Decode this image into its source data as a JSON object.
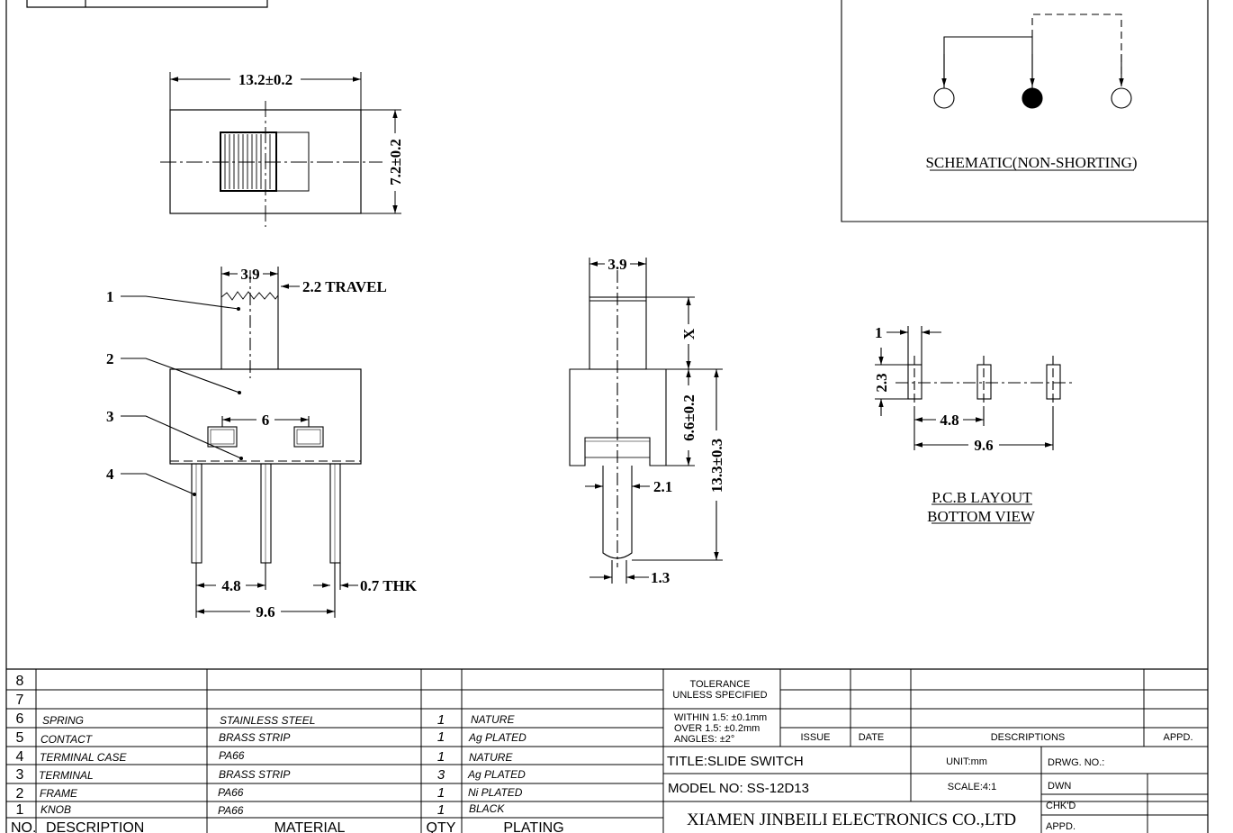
{
  "top_view": {
    "width_dim": "13.2±0.2",
    "height_dim": "7.2±0.2"
  },
  "front_view": {
    "knob_width_dim": "3.9",
    "travel_dim": "2.2 TRAVEL",
    "pin_gap_dim": "6",
    "pitch_dim": "4.8",
    "span_dim": "9.6",
    "thickness_dim": "0.7 THK",
    "callouts": [
      "1",
      "2",
      "3",
      "4"
    ]
  },
  "side_view": {
    "knob_width_dim": "3.9",
    "knob_height_dim": "X",
    "body_height_dim": "6.6±0.2",
    "total_height_dim": "13.3±0.3",
    "pin_width_dim": "2.1",
    "pin_thk_dim": "1.3"
  },
  "schematic": {
    "title": "SCHEMATIC(NON-SHORTING)"
  },
  "pcb": {
    "pad_width_dim": "1",
    "pad_height_dim": "2.3",
    "pitch_dim": "4.8",
    "span_dim": "9.6",
    "title_line1": "P.C.B LAYOUT",
    "title_line2": "BOTTOM VIEW"
  },
  "bom": {
    "rows": [
      {
        "no": "8",
        "description": "",
        "material": "",
        "qty": "",
        "plating": ""
      },
      {
        "no": "7",
        "description": "",
        "material": "",
        "qty": "",
        "plating": ""
      },
      {
        "no": "6",
        "description": "SPRING",
        "material": "STAINLESS STEEL",
        "qty": "1",
        "plating": "NATURE"
      },
      {
        "no": "5",
        "description": "CONTACT",
        "material": "BRASS STRIP",
        "qty": "1",
        "plating": "Ag PLATED"
      },
      {
        "no": "4",
        "description": "TERMINAL CASE",
        "material": "PA66",
        "qty": "1",
        "plating": "NATURE"
      },
      {
        "no": "3",
        "description": "TERMINAL",
        "material": "BRASS STRIP",
        "qty": "3",
        "plating": "Ag PLATED"
      },
      {
        "no": "2",
        "description": "FRAME",
        "material": "PA66",
        "qty": "1",
        "plating": "Ni PLATED"
      },
      {
        "no": "1",
        "description": "KNOB",
        "material": "PA66",
        "qty": "1",
        "plating": "BLACK"
      }
    ],
    "header": {
      "no": "NO.",
      "description": "DESCRIPTION",
      "material": "MATERIAL",
      "qty": "QTY",
      "plating": "PLATING"
    }
  },
  "title_block": {
    "tolerance_line1": "TOLERANCE",
    "tolerance_line2": "UNLESS SPECIFIED",
    "within": "WITHIN 1.5: ±0.1mm",
    "over": "OVER 1.5:  ±0.2mm",
    "angles": "ANGLES: ±2°",
    "issue": "ISSUE",
    "date": "DATE",
    "descriptions": "DESCRIPTIONS",
    "appd_rev": "APPD.",
    "title": "TITLE:SLIDE SWITCH",
    "model": "MODEL NO: SS-12D13",
    "unit": "UNIT:mm",
    "scale": "SCALE:4:1",
    "drwg_no": "DRWG. NO.:",
    "dwn": "DWN",
    "chkd": "CHK'D",
    "appd": "APPD.",
    "company": "XIAMEN JINBEILI ELECTRONICS CO.,LTD"
  }
}
